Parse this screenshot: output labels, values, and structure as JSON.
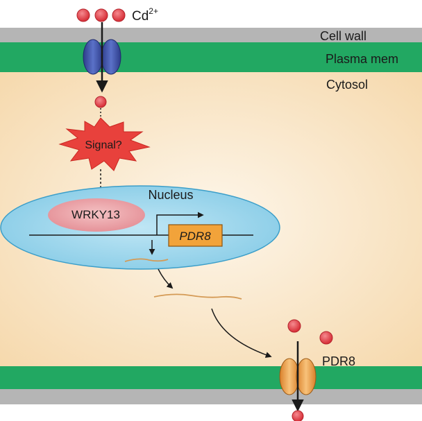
{
  "labels": {
    "cd_ion": "Cd",
    "cd_charge": "2+",
    "cell_wall": "Cell wall",
    "plasma_membrane": "Plasma mem",
    "cytosol": "Cytosol",
    "signal": "Signal?",
    "nucleus": "Nucleus",
    "wrky13": "WRKY13",
    "pdr8_gene": "PDR8",
    "pdr8_transporter": "PDR8"
  },
  "colors": {
    "cell_wall": "#b3b3b3",
    "membrane": "#22a862",
    "cytosol_center": "#fdf5e6",
    "cytosol_edge": "#f7d9ab",
    "cd_ion": "#e8414a",
    "channel": "#3a4fa3",
    "signal_burst": "#e8413c",
    "nucleus": "#88cde8",
    "wrky13": "#e89aa0",
    "pdr8_box": "#f2a33a",
    "pdr8_transporter": "#f2a33a",
    "mrna": "#d9a15a"
  }
}
